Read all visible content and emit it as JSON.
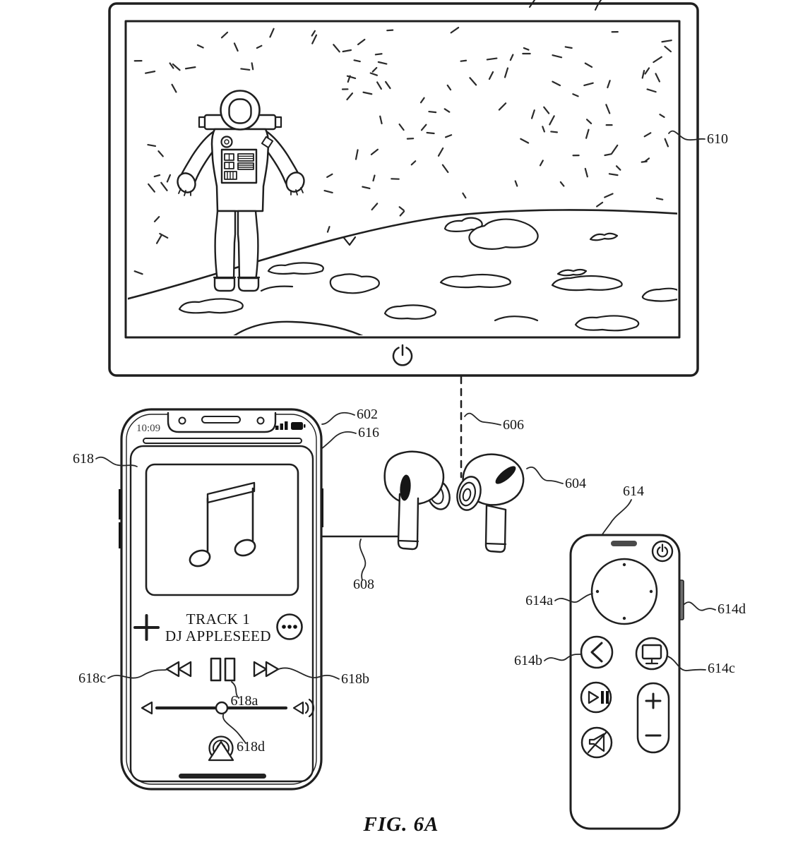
{
  "figure": {
    "caption": "FIG. 6A"
  },
  "tv": {
    "screen_content": "astronaut-on-moon",
    "power_icon": "power-symbol"
  },
  "phone": {
    "status": {
      "time": "10:09"
    },
    "now_playing": {
      "track": "TRACK 1",
      "artist": "DJ APPLESEED"
    },
    "icons": [
      "plus",
      "ellipsis",
      "rewind",
      "pause",
      "fast-forward",
      "volume-min",
      "volume-max",
      "airplay",
      "home-indicator"
    ]
  },
  "earbuds": {
    "count": 2,
    "type": "wireless-earbuds"
  },
  "remote": {
    "icons": [
      "mic-slot",
      "power",
      "clickpad",
      "back",
      "tv",
      "play-pause",
      "mute",
      "volume-plus",
      "volume-minus",
      "side-button"
    ]
  },
  "labels": {
    "l602": "602",
    "l604": "604",
    "l606": "606",
    "l608": "608",
    "l610": "610",
    "l614": "614",
    "l614a": "614a",
    "l614b": "614b",
    "l614c": "614c",
    "l614d": "614d",
    "l616": "616",
    "l618": "618",
    "l618a": "618a",
    "l618b": "618b",
    "l618c": "618c",
    "l618d": "618d"
  }
}
